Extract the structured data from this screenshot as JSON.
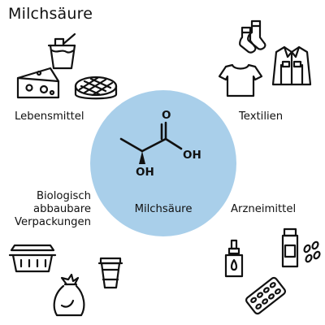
{
  "title": "Milchsäure",
  "molecule": {
    "name": "Milchsäure",
    "atoms": {
      "oxygen_top": "O",
      "oh_right": "OH",
      "oh_bottom": "OH"
    }
  },
  "categories": {
    "food": "Lebensmittel",
    "textiles": "Textilien",
    "packaging": [
      "Biologisch",
      "abbaubare",
      "Verpackungen"
    ],
    "pharma": "Arzneimittel"
  },
  "colors": {
    "circle": "#a9cfea",
    "ink": "#111111"
  },
  "icons": {
    "food": [
      "yogurt-cup-icon",
      "cheese-icon",
      "pie-icon"
    ],
    "textiles": [
      "socks-icon",
      "tshirt-icon",
      "jacket-icon"
    ],
    "packaging": [
      "food-container-icon",
      "trash-bag-icon",
      "coffee-cup-icon"
    ],
    "pharma": [
      "dropper-bottle-icon",
      "pill-bottle-icon",
      "blister-pack-icon"
    ]
  }
}
